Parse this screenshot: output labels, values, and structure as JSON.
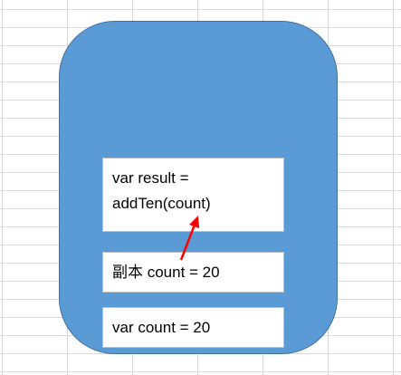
{
  "frames": {
    "top": {
      "line1": "var result =",
      "line2": "addTen(count)"
    },
    "middle": {
      "text": "副本 count = 20"
    },
    "bottom": {
      "text": "var count = 20"
    }
  },
  "colors": {
    "stack_fill": "#5b9bd5",
    "stack_border": "#41719c",
    "frame_fill": "#ffffff",
    "arrow": "#ff0000",
    "grid": "#d9d9d9"
  }
}
